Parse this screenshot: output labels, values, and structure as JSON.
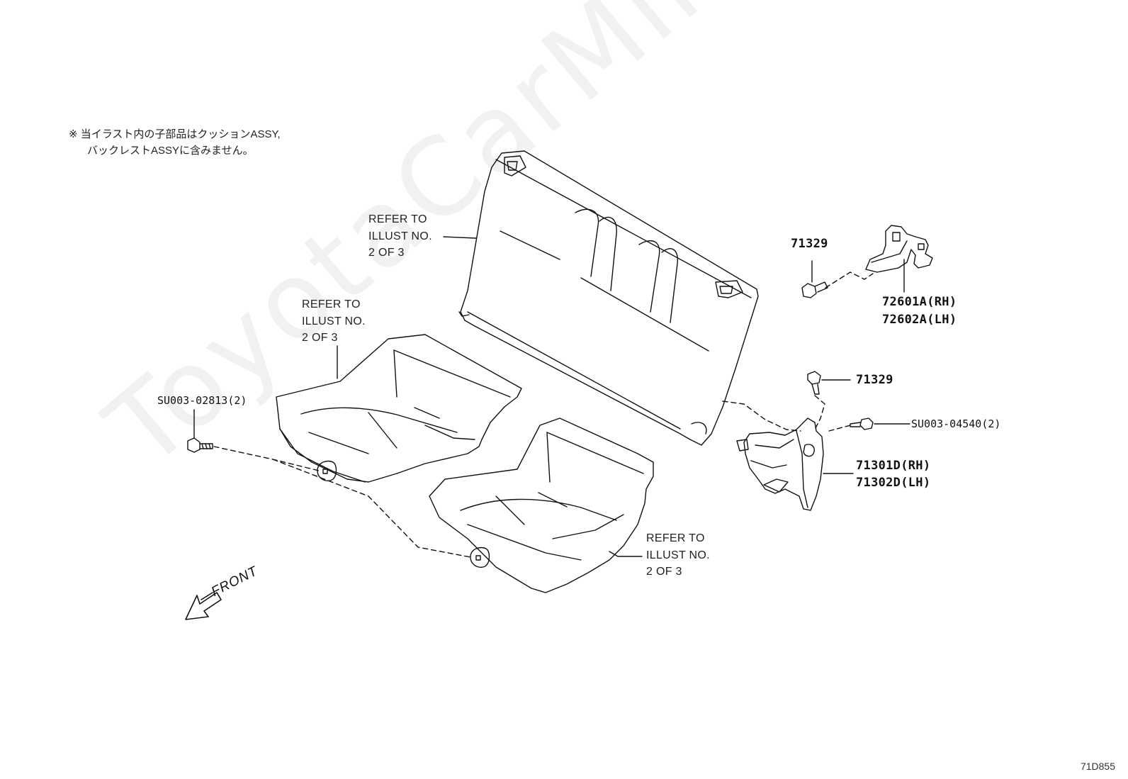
{
  "note": {
    "line1": "※ 当イラスト内の子部品はクッションASSY,",
    "line2": "バックレストASSYに含みません。"
  },
  "refer_labels": [
    {
      "line1": "REFER TO",
      "line2": "ILLUST NO.",
      "line3": "2 OF 3"
    },
    {
      "line1": "REFER TO",
      "line2": "ILLUST NO.",
      "line3": "2 OF 3"
    },
    {
      "line1": "REFER TO",
      "line2": "ILLUST NO.",
      "line3": "2 OF 3"
    }
  ],
  "parts": {
    "bolt_top": "71329",
    "bracket_rh": "72601A(RH)",
    "bracket_lh": "72602A(LH)",
    "bolt_lower": "71329",
    "bolt_su_right": "SU003-04540(2)",
    "hinge_rh": "71301D(RH)",
    "hinge_lh": "71302D(LH)",
    "bolt_su_left": "SU003-02813(2)"
  },
  "front_label": "FRONT",
  "diagram_code": "71D855",
  "watermark": "ToyotaCarMine.ru"
}
